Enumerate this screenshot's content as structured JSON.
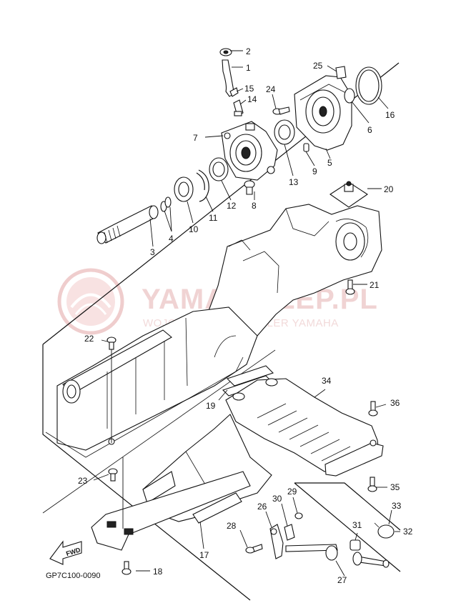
{
  "diagram_code": "GP7C100-0090",
  "watermark": {
    "title": "YAMA-SKLEP.PL",
    "subtitle": "WOJCIECHOWICZ DEALER YAMAHA",
    "color": "#e3a5a5"
  },
  "direction_arrow_label": "FWD",
  "callouts": [
    {
      "id": "c1",
      "label": "1"
    },
    {
      "id": "c2",
      "label": "2"
    },
    {
      "id": "c3",
      "label": "3"
    },
    {
      "id": "c4",
      "label": "4"
    },
    {
      "id": "c5",
      "label": "5"
    },
    {
      "id": "c6",
      "label": "6"
    },
    {
      "id": "c7",
      "label": "7"
    },
    {
      "id": "c8",
      "label": "8"
    },
    {
      "id": "c9",
      "label": "9"
    },
    {
      "id": "c10",
      "label": "10"
    },
    {
      "id": "c11",
      "label": "11"
    },
    {
      "id": "c12",
      "label": "12"
    },
    {
      "id": "c13",
      "label": "13"
    },
    {
      "id": "c14",
      "label": "14"
    },
    {
      "id": "c15",
      "label": "15"
    },
    {
      "id": "c16",
      "label": "16"
    },
    {
      "id": "c17",
      "label": "17"
    },
    {
      "id": "c18",
      "label": "18"
    },
    {
      "id": "c19",
      "label": "19"
    },
    {
      "id": "c20",
      "label": "20"
    },
    {
      "id": "c21",
      "label": "21"
    },
    {
      "id": "c22",
      "label": "22"
    },
    {
      "id": "c23",
      "label": "23"
    },
    {
      "id": "c24",
      "label": "24"
    },
    {
      "id": "c25",
      "label": "25"
    },
    {
      "id": "c26",
      "label": "26"
    },
    {
      "id": "c27",
      "label": "27"
    },
    {
      "id": "c28",
      "label": "28"
    },
    {
      "id": "c29",
      "label": "29"
    },
    {
      "id": "c30",
      "label": "30"
    },
    {
      "id": "c31",
      "label": "31"
    },
    {
      "id": "c32",
      "label": "32"
    },
    {
      "id": "c33",
      "label": "33"
    },
    {
      "id": "c34",
      "label": "34"
    },
    {
      "id": "c35",
      "label": "35"
    },
    {
      "id": "c36",
      "label": "36"
    }
  ]
}
